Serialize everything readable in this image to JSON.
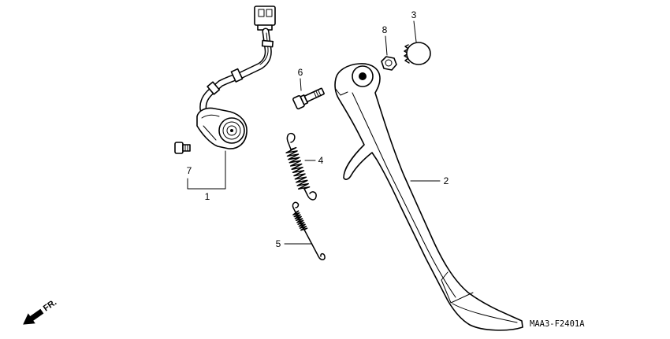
{
  "diagram": {
    "callouts": [
      "1",
      "2",
      "3",
      "4",
      "5",
      "6",
      "7",
      "8"
    ],
    "direction_label": "FR.",
    "figure_code": "MAA3-F2401A"
  },
  "colors": {
    "ink": "#000000",
    "background": "#ffffff"
  }
}
